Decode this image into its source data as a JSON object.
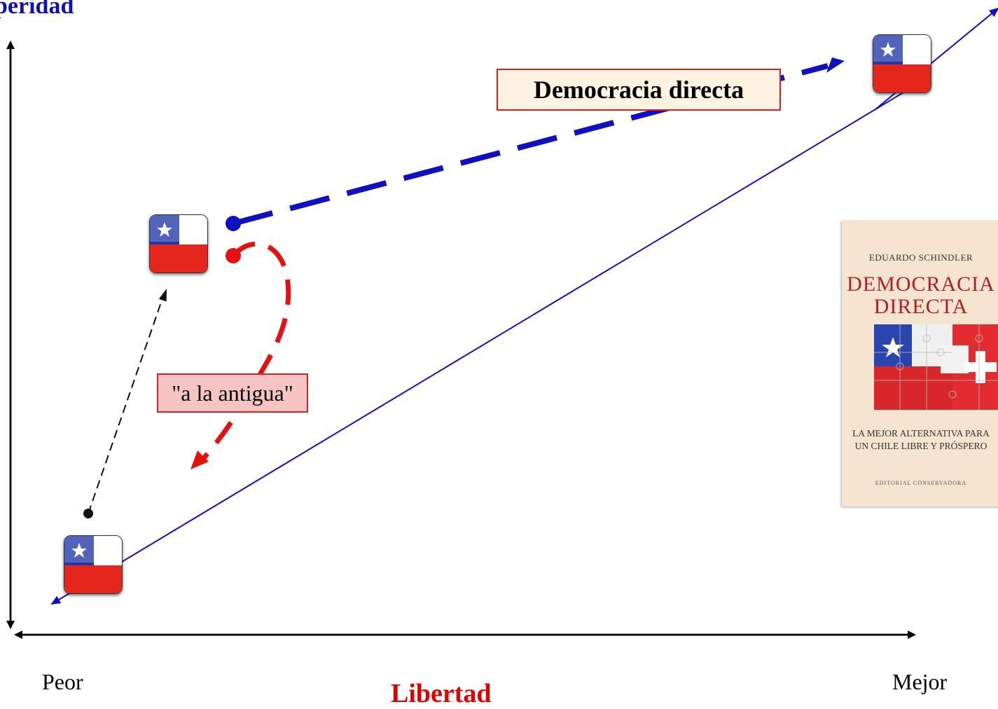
{
  "axes": {
    "y_label": "peridad",
    "x_label": "Libertad",
    "x_min_label": "Peor",
    "x_max_label": "Mejor"
  },
  "boxes": {
    "direct_democracy": "Democracia directa",
    "old_way": "\"a la antigua\""
  },
  "book": {
    "author": "EDUARDO SCHINDLER",
    "title_line1": "DEMOCRACIA",
    "title_line2": "DIRECTA",
    "subtitle_line1": "LA MEJOR ALTERNATIVA PARA",
    "subtitle_line2": "UN CHILE LIBRE Y PRÓSPERO",
    "publisher": "EDITORIAL  CONSERVADORA"
  },
  "colors": {
    "blue": "#1010c0",
    "red": "#e51010",
    "black": "#000000"
  },
  "icons": [
    "chile-flag-icon"
  ]
}
